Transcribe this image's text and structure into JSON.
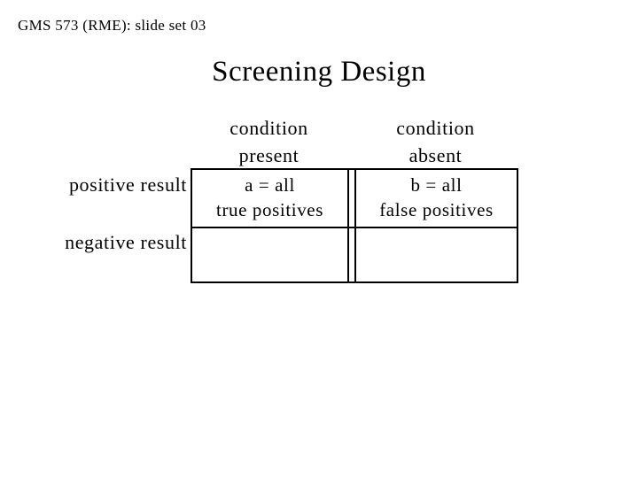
{
  "slide": {
    "meta": "GMS 573 (RME): slide set 03",
    "title": "Screening Design",
    "colors": {
      "background": "#ffffff",
      "text": "#000000",
      "table_border": "#000000"
    }
  },
  "table": {
    "col_headers": [
      {
        "line1": "condition",
        "line2": "present"
      },
      {
        "line1": "condition",
        "line2": "absent"
      }
    ],
    "row_labels": [
      "positive result",
      "negative result"
    ],
    "cells": [
      {
        "line1": "a = all",
        "line2": "true positives"
      },
      {
        "line1": "b = all",
        "line2": "false positives"
      },
      {
        "line1": "",
        "line2": ""
      },
      {
        "line1": "",
        "line2": ""
      }
    ]
  }
}
